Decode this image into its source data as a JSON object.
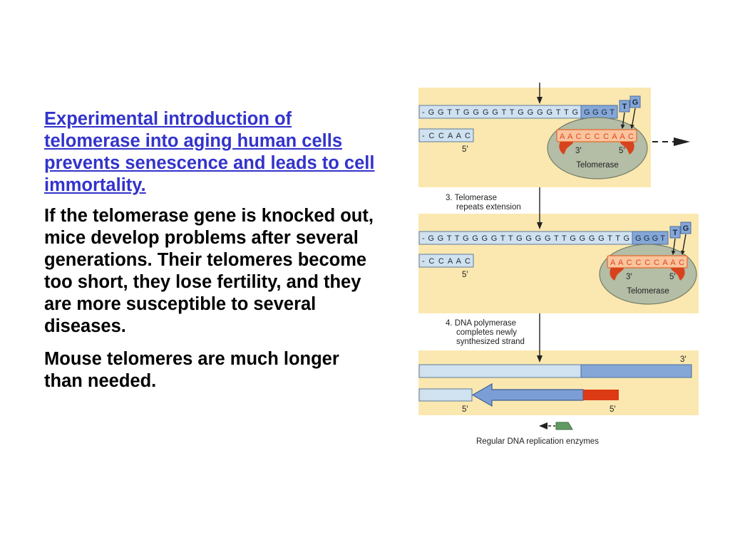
{
  "slide": {
    "link_lines": [
      "Experimental introduction of",
      "telomerase into aging human cells",
      "prevents senescence and leads to cell",
      "immortality."
    ],
    "knockout_lines": [
      "If the telomerase gene is knocked out,",
      "mice develop problems after several",
      "generations. Their telomeres become",
      "too short, they lose fertility, and they",
      "are more susceptible to several",
      "diseases."
    ],
    "mouse_lines": [
      "Mouse telomeres are much longer",
      "than needed."
    ]
  },
  "figure": {
    "panel_1": {
      "upper_strand": "- G G T T G G G G T T G G G G T T G",
      "upper_strand_added": "G G G T",
      "incoming_nucleotides": [
        "T",
        "G"
      ],
      "lower_strand": "- C C A A C",
      "lower_strand_end": "5′",
      "rna_template": "A A C C C C A A C",
      "template_end_left": "3′",
      "template_end_right": "5′",
      "enzyme": "Telomerase"
    },
    "step_3_label": [
      "3. Telomerase",
      "repeats extension"
    ],
    "panel_2": {
      "upper_strand": "- G G T T G G G G T T G G G G T T G G G G T T G",
      "upper_strand_added": "G G G T",
      "incoming_nucleotides": [
        "T",
        "G"
      ],
      "lower_strand": "- C C A A C",
      "lower_strand_end": "5′",
      "rna_template": "A A C C C C A A C",
      "template_end_left": "3′",
      "template_end_right": "5′",
      "enzyme": "Telomerase"
    },
    "step_4_label": [
      "4. DNA polymerase",
      "completes newly",
      "synthesized strand"
    ],
    "panel_3": {
      "top_strand_end": "3′",
      "bottom_left_end": "5′",
      "bottom_right_end": "5′"
    },
    "legend_label": "Regular DNA replication enzymes"
  },
  "colors": {
    "link": "#3333cc",
    "panel_background": "#fbe8b0",
    "parental_dna": "#d0e1ef",
    "new_dna": "#84a7d8",
    "telomerase": "#b4bda6",
    "rna_template": "#f9c49e",
    "rna_letters": "#e0461a",
    "template_ends": "#d8421c",
    "polymerase_strand": "#7c9ed6",
    "primer": "#db3a14",
    "replication_enzyme": "#5f9b61"
  }
}
